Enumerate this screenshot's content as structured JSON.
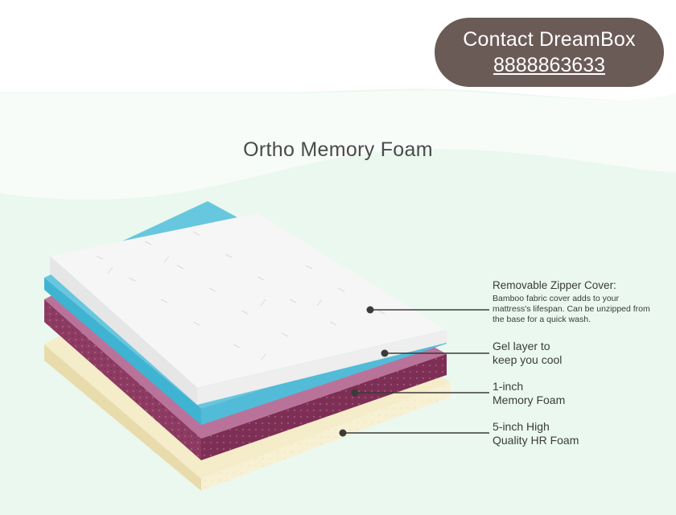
{
  "contact": {
    "line1": "Contact DreamBox",
    "phone": "8888863633"
  },
  "title": "Ortho Memory Foam",
  "layers": [
    {
      "id": "zipper-cover",
      "heading": "Removable Zipper Cover:",
      "description": "Bamboo fabric cover adds to your mattress's lifespan. Can be unzipped from the base for a quick wash."
    },
    {
      "id": "gel-layer",
      "line1": "Gel layer to",
      "line2": "keep you cool"
    },
    {
      "id": "memory-foam",
      "line1": "1-inch",
      "line2": "Memory Foam"
    },
    {
      "id": "hr-foam",
      "line1": "5-inch High",
      "line2": "Quality HR Foam"
    }
  ],
  "colors": {
    "mint_background": "#e8f8ee",
    "contact_pill": "#6b5b56",
    "cover_white": "#f4f4f4",
    "gel_blue": "#5ec4dc",
    "memory_plum": "#9c4a6e",
    "hr_cream": "#f3e9c4",
    "label_text": "#3b3b3b"
  }
}
